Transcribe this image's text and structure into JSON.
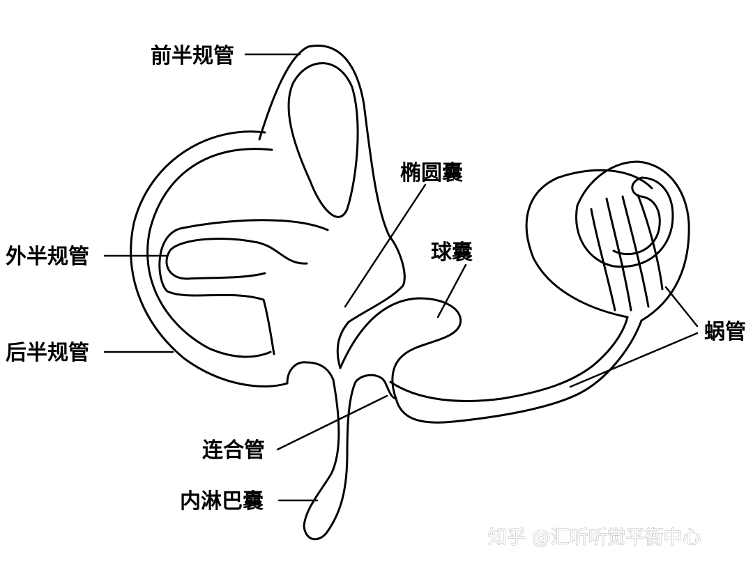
{
  "labels": {
    "anterior_canal": "前半规管",
    "lateral_canal": "外半规管",
    "posterior_canal": "后半规管",
    "utricle": "椭圆囊",
    "saccule": "球囊",
    "cochlea": "蜗管",
    "ductus_reuniens": "连合管",
    "endolymphatic_sac": "内淋巴囊"
  },
  "watermark": "知乎 @汇听听觉平衡中心",
  "colors": {
    "line": "#000000",
    "background": "#ffffff",
    "watermark_outline": "#bdbdbd"
  }
}
